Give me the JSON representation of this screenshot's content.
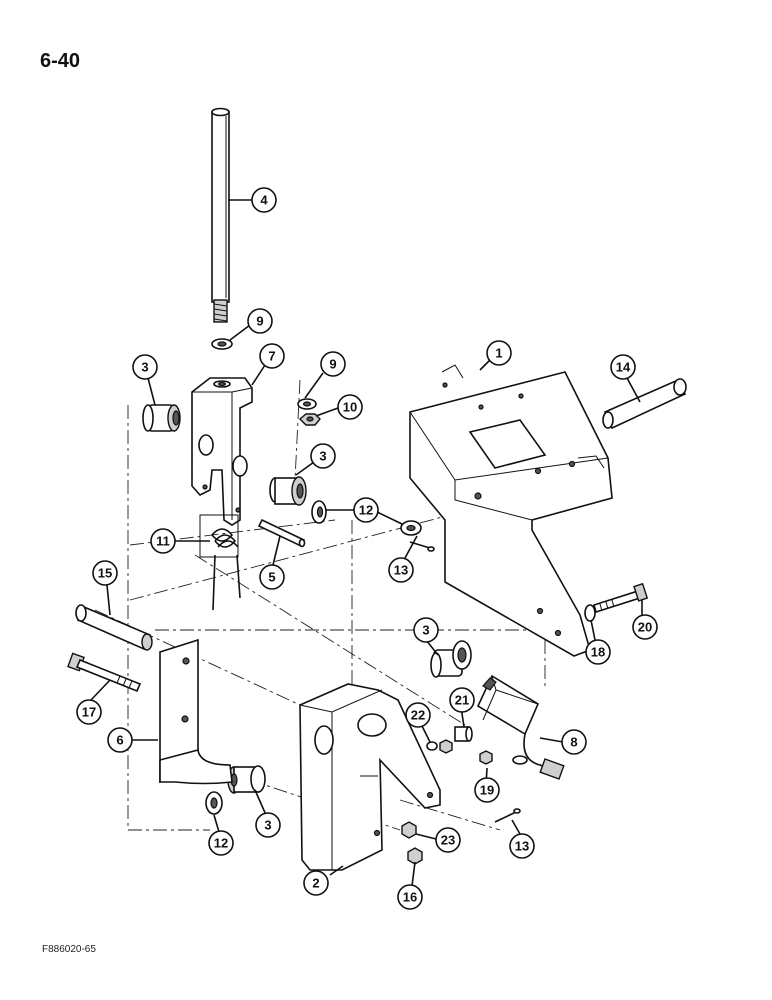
{
  "page": {
    "number": "6-40",
    "figure_code": "F886020-65"
  },
  "callouts": [
    {
      "id": "c1",
      "label": "1"
    },
    {
      "id": "c2",
      "label": "2"
    },
    {
      "id": "c3a",
      "label": "3"
    },
    {
      "id": "c3b",
      "label": "3"
    },
    {
      "id": "c3c",
      "label": "3"
    },
    {
      "id": "c3d",
      "label": "3"
    },
    {
      "id": "c4",
      "label": "4"
    },
    {
      "id": "c5",
      "label": "5"
    },
    {
      "id": "c6",
      "label": "6"
    },
    {
      "id": "c7",
      "label": "7"
    },
    {
      "id": "c8",
      "label": "8"
    },
    {
      "id": "c9a",
      "label": "9"
    },
    {
      "id": "c9b",
      "label": "9"
    },
    {
      "id": "c10",
      "label": "10"
    },
    {
      "id": "c11",
      "label": "11"
    },
    {
      "id": "c12a",
      "label": "12"
    },
    {
      "id": "c12b",
      "label": "12"
    },
    {
      "id": "c13a",
      "label": "13"
    },
    {
      "id": "c13b",
      "label": "13"
    },
    {
      "id": "c14",
      "label": "14"
    },
    {
      "id": "c15",
      "label": "15"
    },
    {
      "id": "c16",
      "label": "16"
    },
    {
      "id": "c17",
      "label": "17"
    },
    {
      "id": "c18",
      "label": "18"
    },
    {
      "id": "c19",
      "label": "19"
    },
    {
      "id": "c20",
      "label": "20"
    },
    {
      "id": "c21",
      "label": "21"
    },
    {
      "id": "c22",
      "label": "22"
    },
    {
      "id": "c23",
      "label": "23"
    }
  ]
}
